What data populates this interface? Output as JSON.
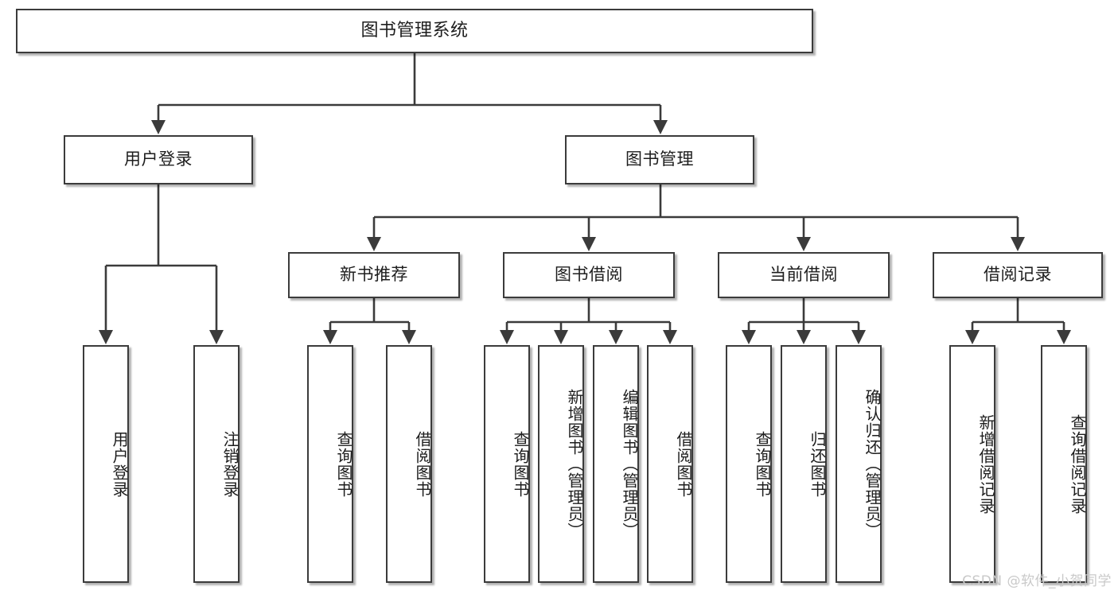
{
  "diagram": {
    "title": "图书管理系统",
    "type": "tree",
    "watermark": "CSDN @软件_小贺同学",
    "colors": {
      "box_border": "#3b3b3b",
      "box_fill": "#ffffff",
      "connector": "#3b3b3b",
      "text": "#1d1d1d",
      "watermark": "#c9c9c9",
      "background": "#ffffff"
    },
    "root": {
      "label": "图书管理系统"
    },
    "level2": [
      {
        "label": "用户登录"
      },
      {
        "label": "图书管理"
      }
    ],
    "level3": [
      {
        "label": "新书推荐"
      },
      {
        "label": "图书借阅"
      },
      {
        "label": "当前借阅"
      },
      {
        "label": "借阅记录"
      }
    ],
    "leaves": {
      "user_login": [
        {
          "label": "用户登录"
        },
        {
          "label": "注销登录"
        }
      ],
      "new_book_recommend": [
        {
          "label": "查询图书"
        },
        {
          "label": "借阅图书"
        }
      ],
      "book_borrow": [
        {
          "label": "查询图书"
        },
        {
          "label": "新增图书（管理员）"
        },
        {
          "label": "编辑图书（管理员）"
        },
        {
          "label": "借阅图书"
        }
      ],
      "current_borrow": [
        {
          "label": "查询图书"
        },
        {
          "label": "归还图书"
        },
        {
          "label": "确认归还（管理员）"
        }
      ],
      "borrow_record": [
        {
          "label": "新增借阅记录"
        },
        {
          "label": "查询借阅记录"
        }
      ]
    }
  }
}
